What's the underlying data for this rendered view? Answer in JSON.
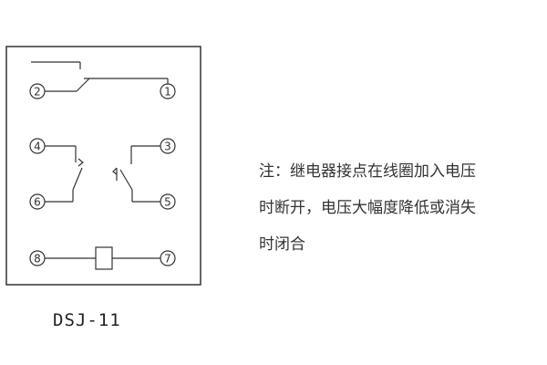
{
  "diagram": {
    "pins": {
      "p1": "1",
      "p2": "2",
      "p3": "3",
      "p4": "4",
      "p5": "5",
      "p6": "6",
      "p7": "7",
      "p8": "8"
    },
    "model": "DSJ-11"
  },
  "note": {
    "lines": [
      "注：继电器接点在线圈加入电压",
      "时断开，电压大幅度降低或消失",
      "时闭合"
    ]
  }
}
